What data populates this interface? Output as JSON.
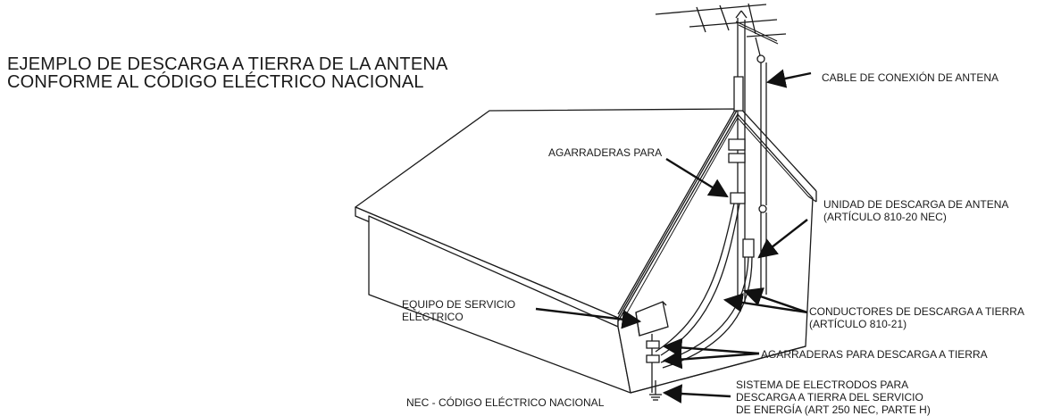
{
  "title": {
    "line1": "EJEMPLO DE DESCARGA A TIERRA DE LA ANTENA",
    "line2": "CONFORME AL CÓDIGO ELÉCTRICO NACIONAL"
  },
  "labels": {
    "antenna_lead_in_wire": "CABLE DE CONEXIÓN DE ANTENA",
    "clamps": "AGARRADERAS PARA",
    "discharge_unit_line1": "UNIDAD DE DESCARGA DE ANTENA",
    "discharge_unit_line2": "(ARTÍCULO 810-20 NEC)",
    "service_equipment_line1": "EQUIPO DE SERVICIO",
    "service_equipment_line2": "ELÉCTRICO",
    "grounding_conductors_line1": "CONDUCTORES DE DESCARGA A TIERRA",
    "grounding_conductors_line2": "(ARTÍCULO 810-21)",
    "ground_clamps": "AGARRADERAS PARA DESCARGA A TIERRA",
    "electrode_system_line1": "SISTEMA DE ELECTRODOS PARA",
    "electrode_system_line2": "DESCARGA A TIERRA DEL SERVICIO",
    "electrode_system_line3": "DE ENERGÍA  (ART 250 NEC, PARTE H)",
    "nec_footnote": "NEC - CÓDIGO ELÉCTRICO NACIONAL"
  }
}
